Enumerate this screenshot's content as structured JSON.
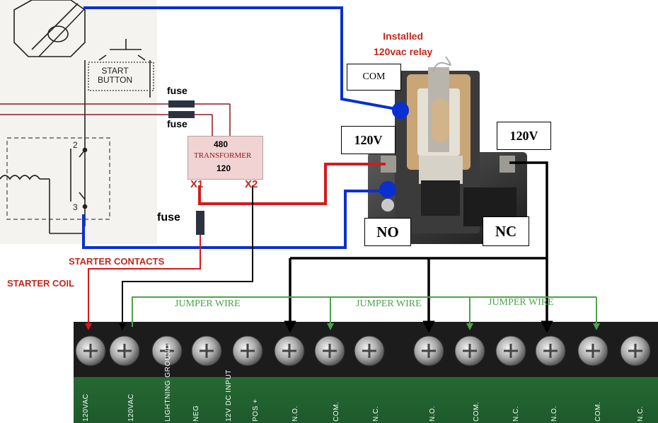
{
  "schematic": {
    "start_button_line1": "START",
    "start_button_line2": "BUTTON",
    "contact_2": "2",
    "contact_3": "3"
  },
  "fuses": {
    "fuse_top_a": "fuse",
    "fuse_top_b": "fuse",
    "fuse_bottom": "fuse"
  },
  "transformer": {
    "primary": "480",
    "name": "TRANSFORMER",
    "secondary": "120",
    "x1": "X1",
    "x2": "X2"
  },
  "relay": {
    "title_line1": "Installed",
    "title_line2": "120vac relay",
    "com": "COM",
    "coil_left": "120V",
    "coil_right": "120V",
    "no": "NO",
    "nc": "NC"
  },
  "wiring": {
    "starter_contacts": "STARTER CONTACTS",
    "starter_coil": "STARTER COIL",
    "jumper_1": "JUMPER WIRE",
    "jumper_2": "JUMPER WIRE",
    "jumper_3": "JUMPER WIRE"
  },
  "board": {
    "labels": [
      "120VAC",
      "120VAC",
      "LIGHTNING GROUND",
      "NEG",
      "12V DC INPUT",
      "POS +",
      "N.O.",
      "COM.",
      "N.C.",
      "N.O.",
      "COM.",
      "N.C.",
      "N.O.",
      "COM.",
      "N.C."
    ]
  },
  "colors": {
    "blue_wire": "#0a2fd0",
    "red_wire": "#d7191c",
    "black_wire": "#000000",
    "green_wire": "#4fa24b",
    "transformer_fill": "#f1d3d3"
  }
}
